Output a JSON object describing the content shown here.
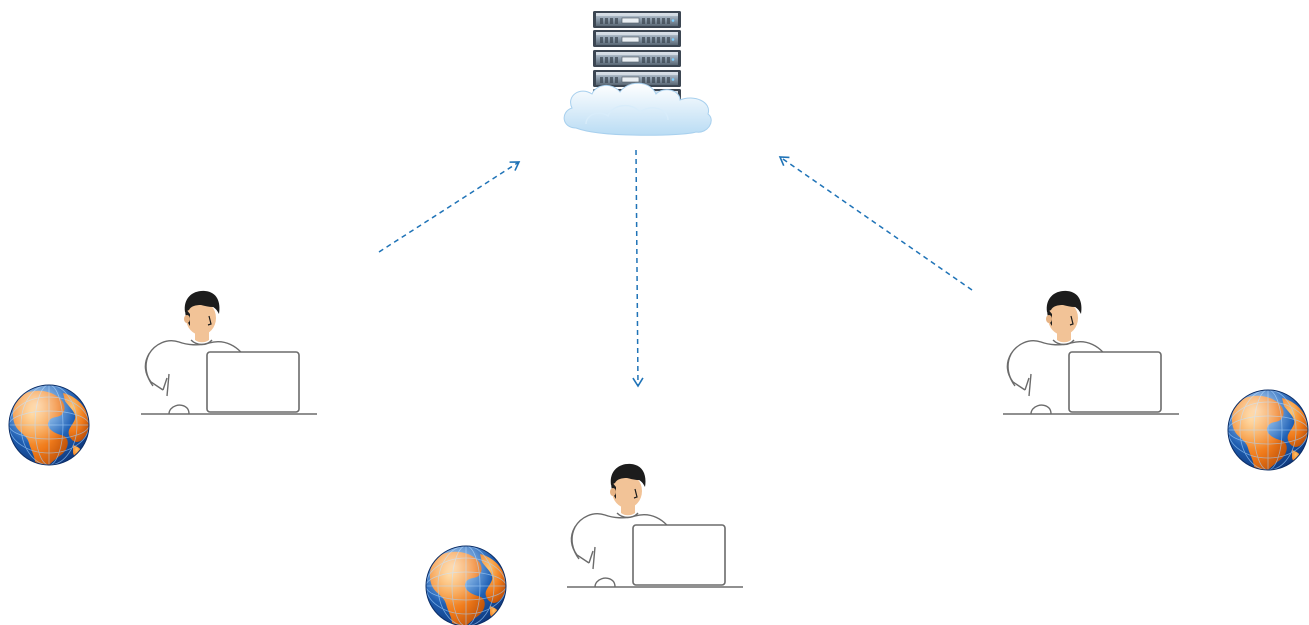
{
  "colors": {
    "background": "#ffffff",
    "arrow": "#1f73b7",
    "line_art": "#6b6b6b",
    "skin": "#f2c397",
    "hair": "#1c1c1c",
    "globe_ocean": "#2163b8",
    "globe_land": "#f07a1a",
    "cloud": "#cfe6f8",
    "server_frame": "#4d5966",
    "server_panel": "#9aa9b7"
  },
  "icons": {
    "server": "cloud-server-stack-icon",
    "user": "person-at-laptop-icon",
    "globe": "globe-icon"
  },
  "nodes": [
    {
      "name": "cloud-server",
      "icon": "cloud-server-stack-icon"
    },
    {
      "name": "user-left",
      "icon": "person-at-laptop-icon",
      "badge": "globe-icon"
    },
    {
      "name": "user-center",
      "icon": "person-at-laptop-icon",
      "badge": "globe-icon"
    },
    {
      "name": "user-right",
      "icon": "person-at-laptop-icon",
      "badge": "globe-icon"
    }
  ],
  "edges": [
    {
      "from": "user-left",
      "to": "cloud-server",
      "style": "dashed"
    },
    {
      "from": "cloud-server",
      "to": "user-center",
      "style": "dashed"
    },
    {
      "from": "user-right",
      "to": "cloud-server",
      "style": "dashed"
    }
  ]
}
